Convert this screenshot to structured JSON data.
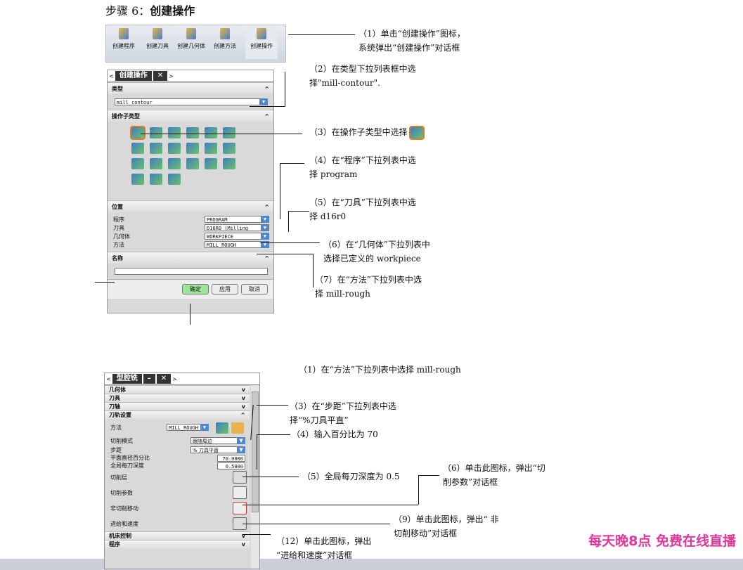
{
  "heading": {
    "prefix": "步骤 6：",
    "title": "创建操作"
  },
  "toolbar": {
    "items": [
      "创建程序",
      "创建刀具",
      "创建几何体",
      "创建方法",
      "创建操作"
    ]
  },
  "dialog1": {
    "title": "创建操作",
    "type_section": "类型",
    "type_value": "mill_contour",
    "subtype_section": "操作子类型",
    "location_section": "位置",
    "fields": [
      {
        "label": "程序",
        "value": "PROGRAM"
      },
      {
        "label": "刀具",
        "value": "D16R0 (Milling"
      },
      {
        "label": "几何体",
        "value": "WORKPIECE"
      },
      {
        "label": "方法",
        "value": "MILL_ROUGH"
      }
    ],
    "name_section": "名称",
    "name_value": "",
    "buttons": {
      "ok": "确定",
      "apply": "应用",
      "cancel": "取消"
    }
  },
  "callouts1": [
    "（1）单击“创建操作”图标，",
    "系统弹出“创建操作”对话框",
    "（2）在类型下拉列表框中选",
    "择\"mill-contour\".",
    "（3）在操作子类型中选择",
    "（4）在“程序”下拉列表中选",
    "择 program",
    "（5）在“刀具”下拉列表中选",
    "择 d16r0",
    "（6）在“几何体”下拉列表中",
    "选择已定义的 workpiece",
    "（7）在“方法”下拉列表中选",
    "择 mill-rough"
  ],
  "dialog2": {
    "title": "型腔铣",
    "sections": [
      "几何体",
      "刀具",
      "刀轴",
      "刀轨设置"
    ],
    "method_label": "方法",
    "method_value": "MILL_ROUGH",
    "cut_mode_label": "切削模式",
    "cut_mode_value": "跟随周边",
    "stepover_label": "步距",
    "stepover_value": "% 刀具平直",
    "percent_label": "平面直径百分比",
    "percent_value": "70.0000",
    "depth_label": "全局每刀深度",
    "depth_value": "0.5000",
    "levels_label": "切削层",
    "params_label": "切削参数",
    "noncut_label": "非切削移动",
    "feeds_label": "进给和速度",
    "bottom_sections": [
      "机床控制",
      "程序"
    ]
  },
  "callouts2": [
    "（1）在“方法”下拉列表中选择 mill-rough",
    "（3）在“步距”下拉列表中选",
    "择“%刀具平直”",
    "（4）输入百分比为 70",
    "（5）全局每刀深度为 0.5",
    "（6）单击此图标，弹出“切",
    "削参数”对话框",
    "（9）单击此图标，弹出“ 非",
    "切削移动”对话框",
    "（12）单击此图标，弹出",
    "“进给和速度”对话框"
  ],
  "watermark": "每天晚8点 免费在线直播"
}
